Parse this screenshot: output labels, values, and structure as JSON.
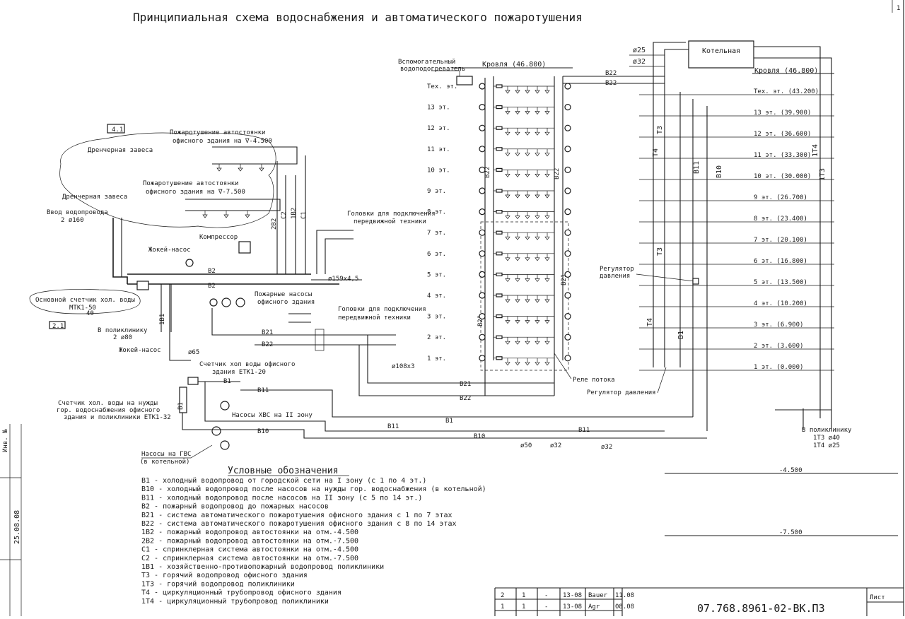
{
  "title": "Принципиальная схема  водоснабжения и автоматического пожаротушения",
  "top_right_mark": "1",
  "boiler_label": "Котельная",
  "aux_heater_label_1": "Вспомогательный",
  "aux_heater_label_2": "водоподогреватель",
  "roof_label_left": "Кровля (46.800)",
  "roof_label_right": "Кровля (46.800)",
  "pipe_d25": "ø25",
  "pipe_d32_top": "ø32",
  "riser_labels": {
    "t4": "Т4",
    "t3": "Т3",
    "b11": "В11",
    "b10": "В10",
    "1t4": "1Т4",
    "1t3": "1Т3",
    "b22": "В22",
    "b21": "В21",
    "b1": "В1"
  },
  "floors_left": [
    "Тех. эт.",
    "13 эт.",
    "12 эт.",
    "11 эт.",
    "10 эт.",
    "9 эт.",
    "8 эт.",
    "7 эт.",
    "6 эт.",
    "5 эт.",
    "4 эт.",
    "3 эт.",
    "2 эт.",
    "1 эт."
  ],
  "floors_right": [
    "Тех. эт. (43.200)",
    "13 эт. (39.900)",
    "12 эт. (36.600)",
    "11 эт. (33.300)",
    "10 эт. (30.000)",
    "9 эт. (26.700)",
    "8 эт. (23.400)",
    "7 эт. (20.100)",
    "6 эт. (16.800)",
    "5 эт. (13.500)",
    "4 эт. (10.200)",
    "3 эт. (6.900)",
    "2 эт. (3.600)",
    "1 эт. (0.000)"
  ],
  "labels": {
    "ref_41": "4.1",
    "ref_21": "2.1",
    "fire_parking_1a": "Пожаротушение автостоянки",
    "fire_parking_1b": "офисного здания на ∇-4.500",
    "drench_1": "Дренчерная завеса",
    "fire_parking_2a": "Пожаротушение автостоянки",
    "fire_parking_2b": "офисного здания на ∇-7.500",
    "drench_2": "Дренчерная завеса",
    "water_inlet_1": "Ввод водопровода",
    "water_inlet_2": "2 ø160",
    "compressor": "Компрессор",
    "jockey_pump_1": "Жокей-насос",
    "jockey_pump_2": "Жокей-насос",
    "main_meter_1": "Основной счетчик хол. воды",
    "main_meter_2": "МТК1-50",
    "main_meter_3": "40",
    "to_clinic_1": "В поликлинику",
    "to_clinic_2": "2 ø80",
    "fire_pumps_1": "Пожарные насосы",
    "fire_pumps_2": "офисного здания",
    "heads_1a": "Головки для подключения",
    "heads_1b": "передвижной техники",
    "heads_2a": "Головки для подключения",
    "heads_2b": "передвижной техники",
    "d159": "ø159x4,5",
    "d108": "ø108x3",
    "d65": "ø65",
    "office_meter_1": "Счетчик хол воды офисного",
    "office_meter_2": "здания ЕТК1-20",
    "gen_meter_1": "Счетчик хол. воды на нужды",
    "gen_meter_2": "гор. водоснабжения офисного",
    "gen_meter_3": "здания и поликлиники ЕТК1-32",
    "pumps_xvs": "Насосы ХВС на II зону",
    "pumps_gvs_1": "Насосы на ГВС",
    "pumps_gvs_2": "(в котельной)",
    "flow_relay": "Реле потока",
    "pressure_reg_1": "Регулятор давления",
    "pressure_reg_2a": "Регулятор",
    "pressure_reg_2b": "давления",
    "to_clinic_r1": "В поликлинику",
    "to_clinic_r2": "1Т3 ø40",
    "to_clinic_r3": "1Т4 ø25",
    "d50": "ø50",
    "d32_a": "ø32",
    "d32_b": "ø32",
    "lvl_45": "-4.500",
    "lvl_75": "-7.500",
    "p_b1": "В1",
    "p_b2": "В2",
    "p_b2b": "В2",
    "p_b11": "В11",
    "p_b10": "В10",
    "p_b21": "В21",
    "p_b22": "В22",
    "p_b21b": "В21",
    "p_b22b": "В22",
    "p_b1b": "В1",
    "p_b11b": "В11",
    "p_b11c": "В11",
    "p_b10b": "В10",
    "p_b22top": "В22",
    "p_b22top2": "В22",
    "v_2b2": "2В2",
    "v_c2": "С2",
    "v_1b2": "1В2",
    "v_c1": "С1",
    "v_1b1": "1В1",
    "v_b1": "В1"
  },
  "legend": {
    "heading": "Условные обозначения",
    "items": [
      "В1  - холодный водопровод от городской сети на I зону (с 1 по 4 эт.)",
      "В10 - холодный водопровод после насосов на нужды гор. водоснабжения (в котельной)",
      "В11 - холодный водопровод после насосов на II зону (с 5 по 14 эт.)",
      "В2 - пожарный водопровод до пожарных насосов",
      "В21 - система автоматического пожаротушения офисного здания с 1 по 7 этах",
      "В22 - система автоматического пожаротушения офисного здания с 8 по 14 этах",
      "1В2 - пожарный водопровод автостоянки на отм.-4.500",
      "2В2 - пожарный водопровод автостоянки на отм.-7.500",
      "С1 - спринклерная система автостоянки на отм.-4.500",
      "С2 - спринклерная система автостоянки на отм.-7.500",
      "1В1 - хозяйственно-противопожарный водопровод поликлиники",
      "Т3 - горячий водопровод офисного здания",
      "1Т3 - горячий водопровод поликлиники",
      "Т4 - циркуляционный трубопровод офисного здания",
      "1Т4 - циркуляционный трубопровод поликлиники"
    ]
  },
  "stamp": {
    "row1": [
      "2",
      "1",
      "-",
      "13-08",
      "Bauer",
      "11.08"
    ],
    "row2": [
      "1",
      "1",
      "-",
      "13-08",
      "Agr",
      "08.08"
    ],
    "doc_code": "07.768.8961-02-ВК.ПЗ",
    "sheet_label": "Лист"
  },
  "margin_notes": [
    "25.08.08",
    "Инв. №"
  ]
}
